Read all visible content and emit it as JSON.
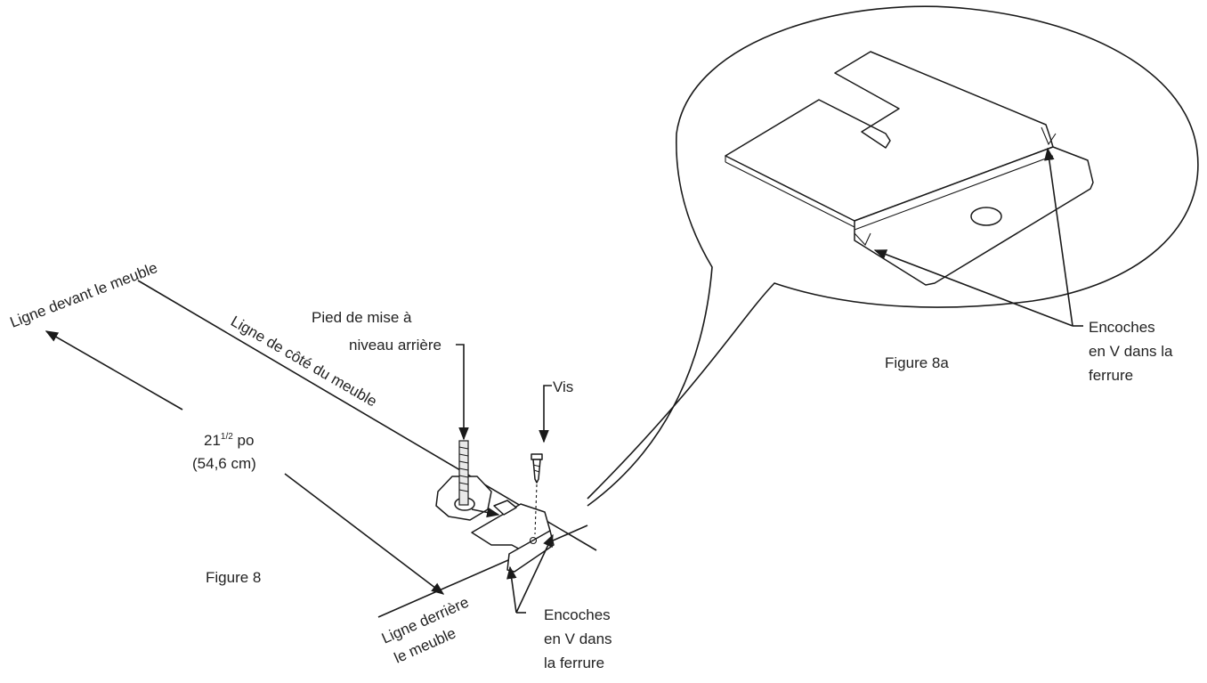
{
  "labels": {
    "front_line": "Ligne devant le meuble",
    "side_line": "Ligne de côté du meuble",
    "back_line_1": "Ligne derrière",
    "back_line_2": "le meuble",
    "leveling_foot_1": "Pied de mise à",
    "leveling_foot_2": "niveau arrière",
    "screw": "Vis",
    "dimension_whole": "21",
    "dimension_fraction": "1/2",
    "dimension_unit": " po",
    "dimension_metric": "(54,6 cm)",
    "figure_main": "Figure 8",
    "figure_detail": "Figure 8a",
    "notches_bottom_1": "Encoches",
    "notches_bottom_2": "en V dans",
    "notches_bottom_3": "la ferrure",
    "notches_detail_1": "Encoches",
    "notches_detail_2": "en V dans la",
    "notches_detail_3": "ferrure"
  },
  "colors": {
    "ink": "#1a1a1a",
    "text": "#222222",
    "background": "#ffffff"
  }
}
